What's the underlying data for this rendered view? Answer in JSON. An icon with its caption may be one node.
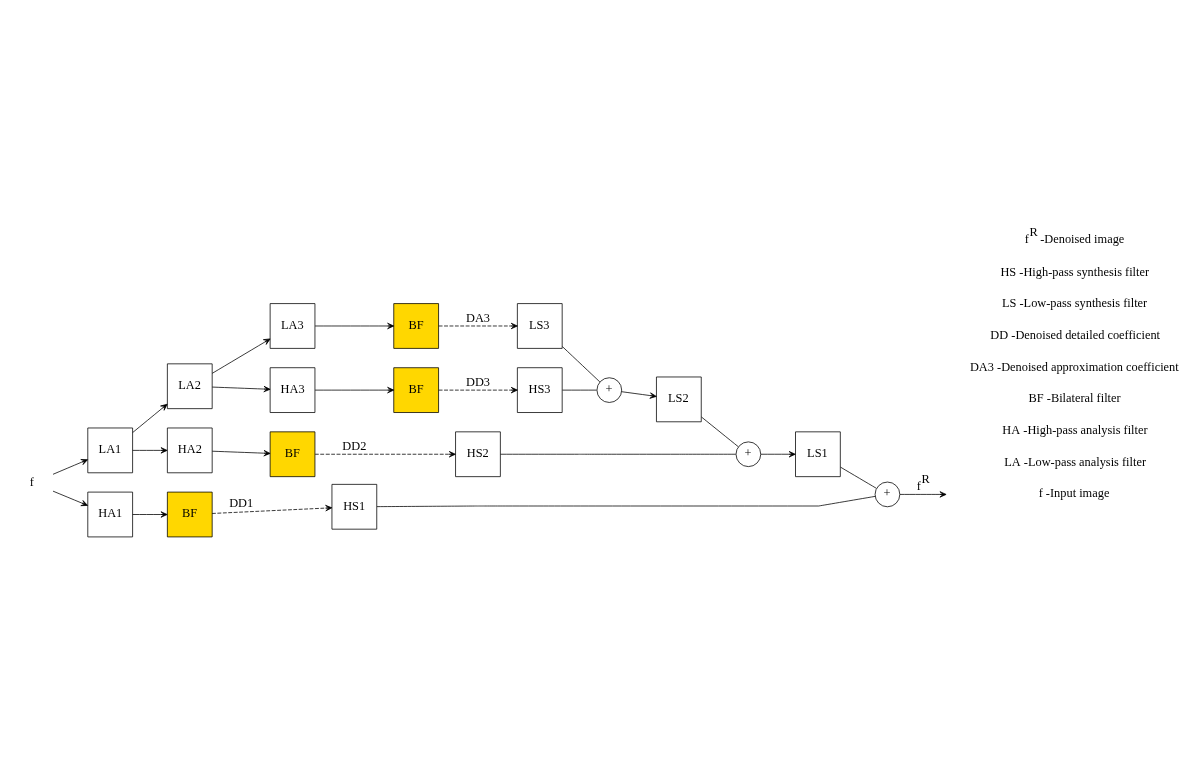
{
  "diagram": {
    "nodes": [
      {
        "text": [
          "f"
        ]
      },
      {
        "text": [
          "LA1"
        ]
      },
      {
        "text": [
          "HA1"
        ]
      },
      {
        "text": [
          "LA2"
        ]
      },
      {
        "text": [
          "HA2"
        ]
      },
      {
        "text": [
          "LA3"
        ]
      },
      {
        "text": [
          "HA3"
        ]
      },
      {
        "text": [
          "BF"
        ]
      },
      {
        "text": [
          "BF"
        ]
      },
      {
        "text": [
          "BF"
        ]
      },
      {
        "text": [
          "BF"
        ]
      },
      {
        "text": [
          "LS3"
        ]
      },
      {
        "text": [
          "HS3"
        ]
      },
      {
        "text": [
          "+"
        ]
      },
      {
        "text": [
          "LS2"
        ]
      },
      {
        "text": [
          "HS2"
        ]
      },
      {
        "text": [
          "+"
        ]
      },
      {
        "text": [
          "LS1"
        ]
      },
      {
        "text": [
          "HS1"
        ]
      },
      {
        "text": [
          "+"
        ]
      }
    ],
    "edges": [
      {
        "from": 0,
        "to": 1,
        "arrow": "to"
      },
      {
        "from": 0,
        "to": 2,
        "arrow": "to"
      },
      {
        "from": 1,
        "to": 3,
        "arrow": "to"
      },
      {
        "from": 1,
        "to": 4,
        "arrow": "to"
      },
      {
        "from": 3,
        "to": 5,
        "arrow": "to"
      },
      {
        "from": 3,
        "to": 6,
        "arrow": "to"
      },
      {
        "from": 5,
        "to": 7,
        "arrow": "to"
      },
      {
        "from": 6,
        "to": 8,
        "arrow": "to"
      },
      {
        "from": 4,
        "to": 9,
        "arrow": "to"
      },
      {
        "from": 2,
        "to": 10,
        "arrow": "to"
      },
      {
        "from": 7,
        "to": 11,
        "arrow": "to",
        "label": "DA3",
        "style": "dashed"
      },
      {
        "from": 8,
        "to": 12,
        "arrow": "to",
        "label": "DD3",
        "style": "dashed"
      },
      {
        "from": 9,
        "to": 15,
        "arrow": "to",
        "label": "DD2",
        "style": "dashed"
      },
      {
        "from": 10,
        "to": 18,
        "arrow": "to",
        "label": "DD1",
        "style": "dashed"
      },
      {
        "from": 11,
        "to": 13,
        "arrow": "none"
      },
      {
        "from": 12,
        "to": 13,
        "arrow": "none"
      },
      {
        "from": 13,
        "to": 14,
        "arrow": "to"
      },
      {
        "from": 14,
        "to": 16,
        "arrow": "none"
      },
      {
        "from": 15,
        "to": 16,
        "arrow": "none"
      },
      {
        "from": 16,
        "to": 17,
        "arrow": "to"
      },
      {
        "from": 17,
        "to": 19,
        "arrow": "none"
      },
      {
        "from": 18,
        "to": 19,
        "arrow": "none"
      },
      {
        "from": 19,
        "to": null,
        "arrow": "to",
        "label": "f$^{R}$"
      }
    ],
    "labels": [
      "f -Input image",
      "LA -Low-pass analysis filter",
      "HA -High-pass analysis filter",
      "BF -Bilateral filter",
      "DA3 -Denoised approximation coefficient",
      "DD -Denoised detailed coefficient",
      "LS -Low-pass synthesis filter",
      "HS -High-pass synthesis filter",
      "f$^{R}$ -Denoised image"
    ]
  }
}
